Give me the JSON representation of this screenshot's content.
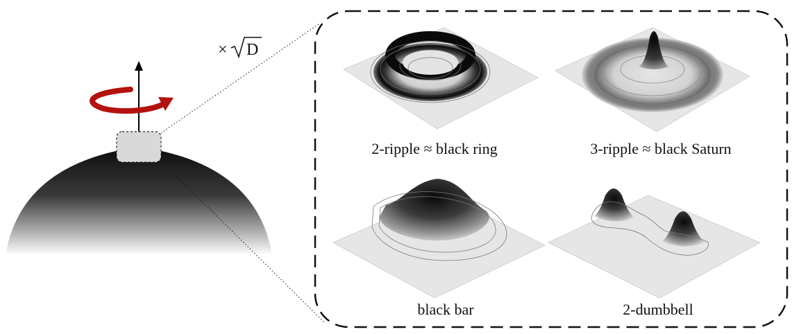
{
  "scale_label": {
    "prefix": "×",
    "symbol": "D"
  },
  "panels": [
    {
      "caption": "2-ripple ≈ black ring"
    },
    {
      "caption": "3-ripple ≈ black Saturn"
    },
    {
      "caption": "black bar"
    },
    {
      "caption": "2-dumbbell"
    }
  ],
  "colors": {
    "rotation_arrow": "#b3120e",
    "dome_top": "#111111",
    "zoom_box": "#d9d9d9"
  }
}
